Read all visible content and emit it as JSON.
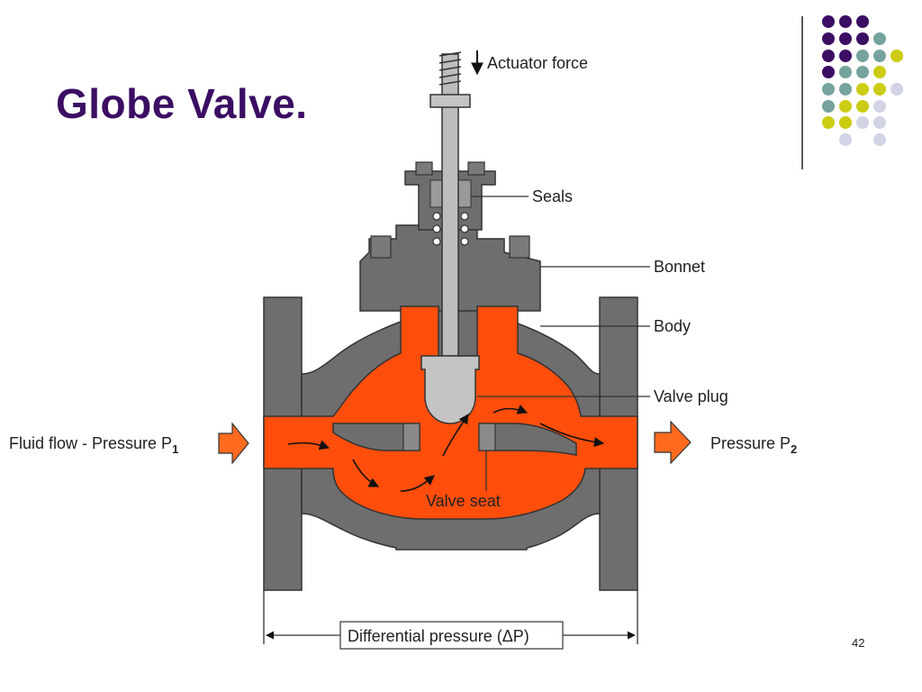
{
  "slide": {
    "title": "Globe Valve.",
    "page_number": "42"
  },
  "diagram": {
    "labels": {
      "actuator_force": "Actuator force",
      "seals": "Seals",
      "bonnet": "Bonnet",
      "body": "Body",
      "valve_plug": "Valve plug",
      "valve_seat": "Valve seat",
      "fluid_flow": "Fluid flow - Pressure P",
      "fluid_flow_sub": "1",
      "pressure_out": "Pressure P",
      "pressure_out_sub": "2",
      "differential_pressure": "Differential pressure (ΔP)"
    }
  },
  "colors": {
    "title": "#3b0e63",
    "body_gray": "#6e6e6e",
    "fluid_orange": "#ff4e0c",
    "plug_gray": "#c4c4c4",
    "dot_purple": "#3b0e63",
    "dot_teal": "#76a39e",
    "dot_yellow": "#cccc14",
    "dot_lavender": "#d3d3e6"
  }
}
